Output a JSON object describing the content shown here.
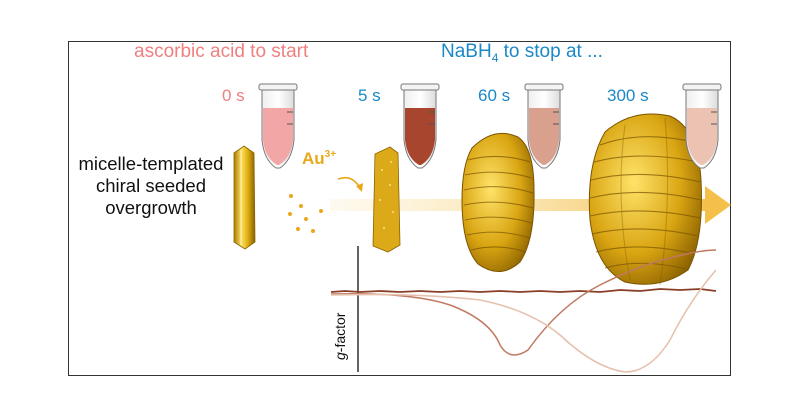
{
  "header": {
    "left": "ascorbic acid to start",
    "right_prefix": "NaBH",
    "right_subscript": "4",
    "right_suffix": " to stop at ..."
  },
  "times": [
    "0 s",
    "5 s",
    "60 s",
    "300 s"
  ],
  "description": "micelle-templated chiral seeded overgrowth",
  "reagent": {
    "label": "Au",
    "charge": "3+"
  },
  "plot": {
    "ylabel_italic": "g",
    "ylabel_rest": "-factor"
  },
  "colors": {
    "header_left": "#f08080",
    "header_right": "#1b88c8",
    "gold": "#e0b012",
    "arrow": "#f5c04a",
    "tube_0s": "#f3a6a6",
    "tube_5s": "#a8452e",
    "tube_60s": "#d9a08e",
    "tube_300s": "#ecc3b3",
    "curve_5s": "#8a3e28",
    "curve_60s": "#c07860",
    "curve_300s": "#e6c2ae"
  }
}
